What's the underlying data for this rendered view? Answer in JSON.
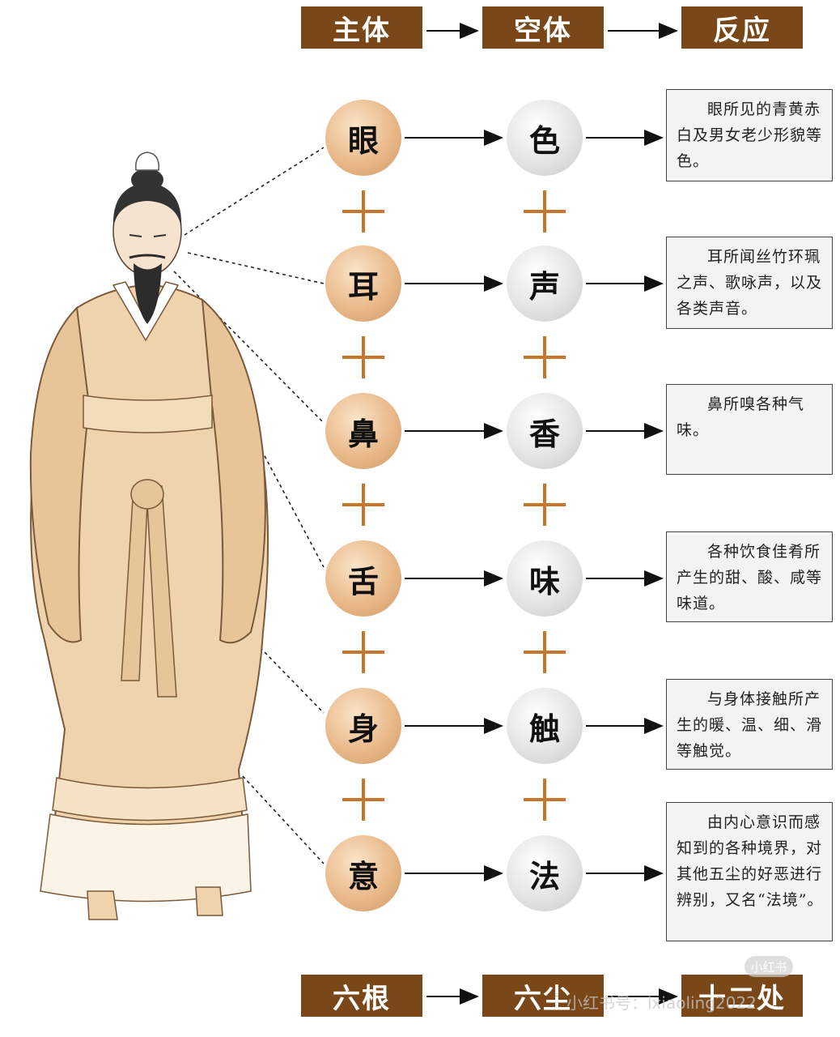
{
  "headers": {
    "top": [
      "主体",
      "空体",
      "反应"
    ],
    "bottom": [
      "六根",
      "六尘",
      "十二处"
    ]
  },
  "rows": [
    {
      "organ": "眼",
      "dust": "色",
      "desc": "眼所见的青黄赤白及男女老少形貌等色。"
    },
    {
      "organ": "耳",
      "dust": "声",
      "desc": "耳所闻丝竹环珮之声、歌咏声，以及各类声音。"
    },
    {
      "organ": "鼻",
      "dust": "香",
      "desc": "鼻所嗅各种气味。"
    },
    {
      "organ": "舌",
      "dust": "味",
      "desc": "各种饮食佳肴所产生的甜、酸、咸等味道。"
    },
    {
      "organ": "身",
      "dust": "触",
      "desc": "与身体接触所产生的暖、温、细、滑等触觉。"
    },
    {
      "organ": "意",
      "dust": "法",
      "desc": "由内心意识而感知到的各种境界，对其他五尘的好恶进行辨别，又名“法境”。"
    }
  ],
  "watermark": {
    "text": "小红书号：lxiaoling2022",
    "badge": "小红书"
  },
  "colors": {
    "header_bg": "#7a4718",
    "plus": "#c7772d",
    "organ": "#e9b98a",
    "dust": "#e4e4e4"
  }
}
